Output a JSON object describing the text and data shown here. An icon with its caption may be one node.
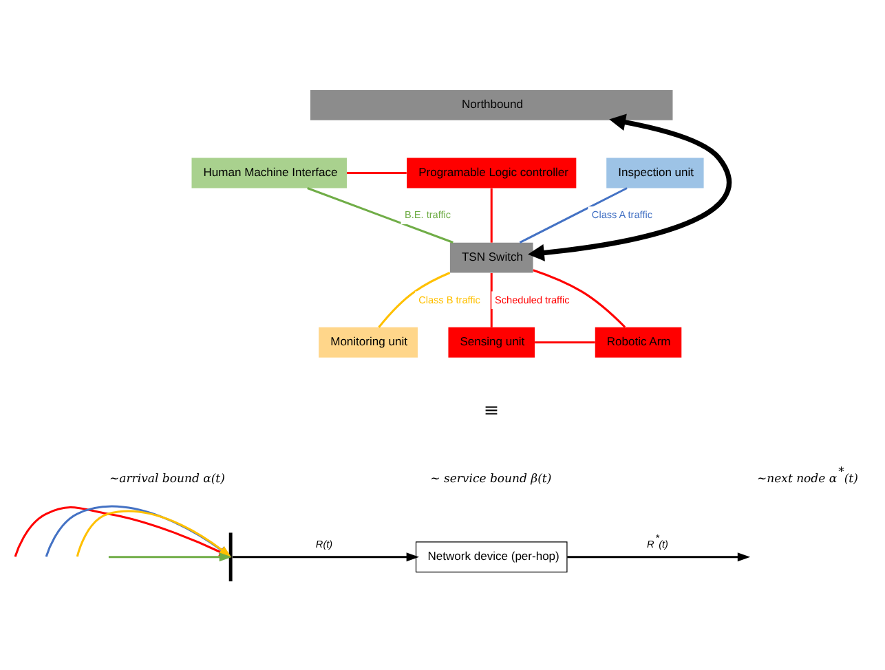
{
  "diagram": {
    "nodes": [
      {
        "text": [
          "Northbound"
        ]
      },
      {
        "text": [
          "Human Machine Interface"
        ]
      },
      {
        "text": [
          "Programable Logic controller"
        ]
      },
      {
        "text": [
          "Inspection unit"
        ]
      },
      {
        "text": [
          "TSN Switch"
        ]
      },
      {
        "text": [
          "Monitoring unit"
        ]
      },
      {
        "text": [
          "Sensing unit"
        ]
      },
      {
        "text": [
          "Robotic Arm"
        ]
      },
      {
        "text": [],
        "shape": "bar"
      },
      {
        "text": [
          "Network device (per-hop)"
        ]
      }
    ],
    "edges": [
      {
        "from": 4,
        "to": 0,
        "arrow": "both",
        "style": "thick",
        "color": "#000000"
      },
      {
        "from": 1,
        "to": 2,
        "arrow": "none",
        "color": "#ff0000"
      },
      {
        "from": 2,
        "to": 4,
        "arrow": "none",
        "color": "#ff0000"
      },
      {
        "from": 1,
        "to": 4,
        "arrow": "none",
        "label": "B.E. traffic",
        "color": "#70ad47"
      },
      {
        "from": 4,
        "to": 3,
        "arrow": "none",
        "label": "Class A traffic",
        "color": "#4472c4"
      },
      {
        "from": 4,
        "to": 5,
        "arrow": "none",
        "label": "Class B traffic",
        "color": "#ffc000"
      },
      {
        "from": 4,
        "to": 6,
        "arrow": "none",
        "label": "Scheduled traffic",
        "color": "#ff0000"
      },
      {
        "from": 4,
        "to": 7,
        "arrow": "none",
        "color": "#ff0000"
      },
      {
        "from": 6,
        "to": 7,
        "arrow": "none",
        "color": "#ff0000"
      },
      {
        "from": null,
        "to": 8,
        "arrow": "to",
        "color": "#ff0000"
      },
      {
        "from": null,
        "to": 8,
        "arrow": "to",
        "color": "#4472c4"
      },
      {
        "from": null,
        "to": 8,
        "arrow": "to",
        "color": "#ffc000"
      },
      {
        "from": null,
        "to": 8,
        "arrow": "to",
        "color": "#70ad47"
      },
      {
        "from": 8,
        "to": 9,
        "arrow": "to",
        "label": "R(t)",
        "color": "#000000"
      },
      {
        "from": 9,
        "to": null,
        "arrow": "to",
        "label": "R$^{*}$(t)",
        "color": "#000000"
      }
    ],
    "labels": [
      "≡",
      "~arrival bound α(t)",
      "~ service bound β(t)",
      "~next node α$^{*}$(t)"
    ]
  }
}
